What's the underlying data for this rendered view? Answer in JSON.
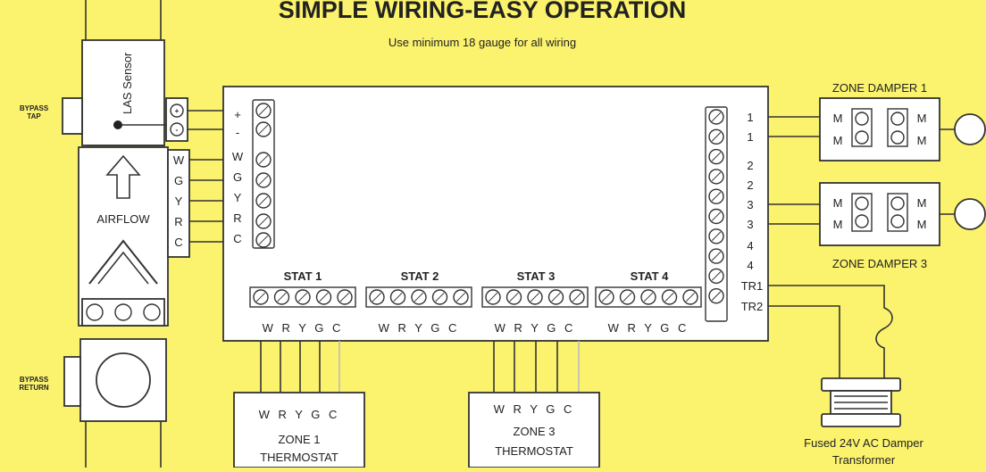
{
  "title": "SIMPLE WIRING-EASY OPERATION",
  "subtitle": "Use minimum 18 gauge for all wiring",
  "sensor": {
    "label": "LAS Sensor",
    "bypass_tap": [
      "BYPASS",
      "TAP"
    ],
    "bypass_return": [
      "BYPASS",
      "RETURN"
    ],
    "airflow": "AIRFLOW",
    "terminals": [
      "+",
      "-",
      "W",
      "G",
      "Y",
      "R",
      "C"
    ]
  },
  "panel": {
    "left_terminals": [
      "+",
      "-",
      "W",
      "G",
      "Y",
      "R",
      "C"
    ],
    "right_terminals": [
      "1",
      "1",
      "2",
      "2",
      "3",
      "3",
      "4",
      "4",
      "TR1",
      "TR2"
    ],
    "stats": [
      {
        "label": "STAT 1",
        "pins": "W R Y G C"
      },
      {
        "label": "STAT 2",
        "pins": "W R Y G C"
      },
      {
        "label": "STAT 3",
        "pins": "W R Y G C"
      },
      {
        "label": "STAT 4",
        "pins": "W R Y G C"
      }
    ]
  },
  "dampers": [
    {
      "label": "ZONE DAMPER 1",
      "m": "M"
    },
    {
      "label": "ZONE DAMPER 3",
      "m": "M"
    }
  ],
  "thermostats": [
    {
      "pins": "W R Y G C",
      "zone": "ZONE 1",
      "type": "THERMOSTAT"
    },
    {
      "pins": "W R Y G C",
      "zone": "ZONE 3",
      "type": "THERMOSTAT"
    }
  ],
  "transformer": [
    "Fused 24V AC Damper",
    "Transformer"
  ],
  "colors": {
    "background": "#fbf36e",
    "line": "#333333",
    "box": "#ffffff"
  }
}
